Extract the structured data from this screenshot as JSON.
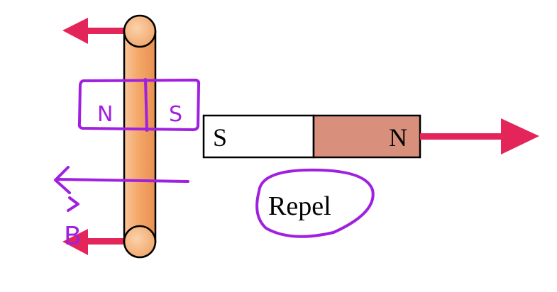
{
  "diagram": {
    "bar_magnet": {
      "south_label": "S",
      "north_label": "N",
      "south_color": "#ffffff",
      "north_color": "#d8907c"
    },
    "result_label": "Repel",
    "annotations": {
      "induced_poles": {
        "north": "N",
        "south": "S"
      },
      "field_symbol": "B"
    },
    "colors": {
      "force_arrow": "#e3255a",
      "annotation_ink": "#a020e0",
      "loop_fill": "#f4a869",
      "outline": "#000000"
    }
  }
}
